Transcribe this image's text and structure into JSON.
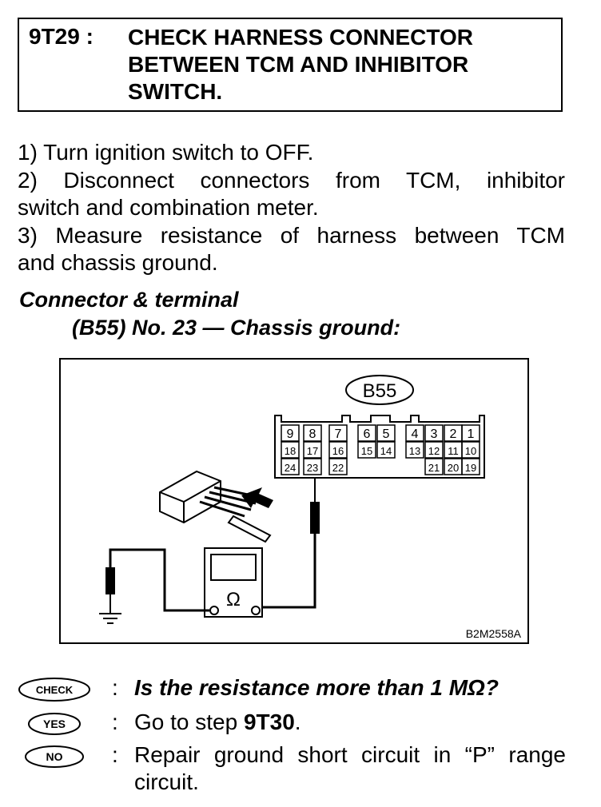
{
  "header": {
    "step_id": "9T29 :",
    "title_lines": [
      "CHECK HARNESS CONNECTOR",
      "BETWEEN TCM AND INHIBITOR",
      "SWITCH."
    ]
  },
  "instructions": [
    "1) Turn ignition switch to OFF.",
    "2) Disconnect connectors from TCM, inhibitor",
    "switch and combination meter.",
    "3) Measure resistance of harness between TCM",
    "and chassis ground."
  ],
  "caption": {
    "line1": "Connector & terminal",
    "line2": "(B55) No. 23 — Chassis ground:"
  },
  "figure": {
    "connector_label": "B55",
    "terminals_row1": [
      "9",
      "8",
      "7",
      "6",
      "5",
      "4",
      "3",
      "2",
      "1"
    ],
    "terminals_row2": [
      "18",
      "17",
      "16",
      "15",
      "14",
      "13",
      "12",
      "11",
      "10"
    ],
    "terminals_row3": [
      "24",
      "23",
      "22",
      "21",
      "20",
      "19"
    ],
    "meter_symbol": "Ω",
    "figure_code": "B2M2558A"
  },
  "checks": {
    "check_badge": "CHECK",
    "check_question": "Is the resistance more than 1 MΩ?",
    "yes_badge": "YES",
    "yes_text_prefix": "Go to step ",
    "yes_step": "9T30",
    "yes_text_suffix": ".",
    "no_badge": "NO",
    "no_text_line1": "Repair ground short circuit in “P” range",
    "no_text_line2": "circuit.",
    "separator": ":"
  }
}
